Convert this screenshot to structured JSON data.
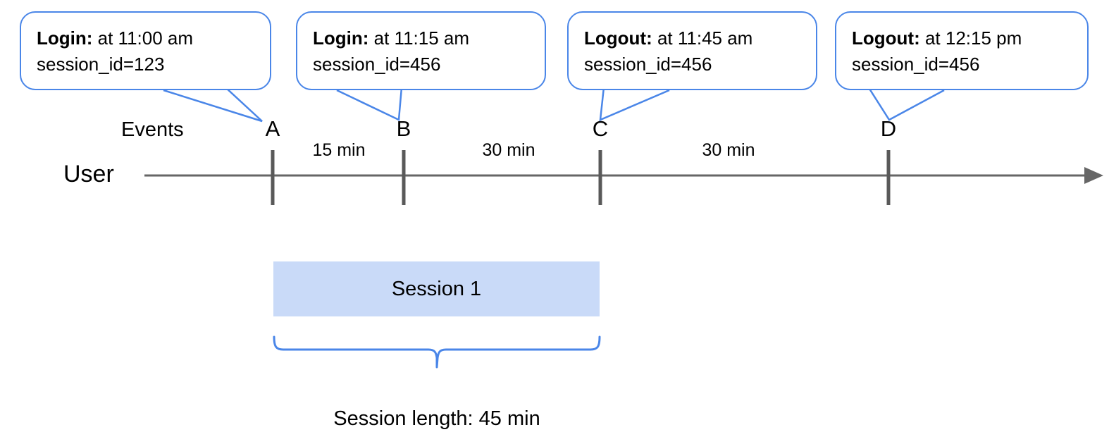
{
  "diagram": {
    "title_hidden": "",
    "colors": {
      "callout_border": "#4a86e8",
      "brace": "#4a86e8",
      "session_fill": "#c9daf8",
      "axis": "#666666",
      "tick": "#595959",
      "text": "#000000",
      "background": "#ffffff"
    },
    "row_labels": {
      "events": "Events",
      "user": "User"
    },
    "callouts": [
      {
        "id": "callout-a",
        "event": "Login:",
        "time_text": " at 11:00 am",
        "session_line": "session_id=123",
        "points_to": "A"
      },
      {
        "id": "callout-b",
        "event": "Login:",
        "time_text": " at 11:15 am",
        "session_line": "session_id=456",
        "points_to": "B"
      },
      {
        "id": "callout-c",
        "event": "Logout:",
        "time_text": " at 11:45 am",
        "session_line": "session_id=456",
        "points_to": "C"
      },
      {
        "id": "callout-d",
        "event": "Logout:",
        "time_text": " at 12:15 pm",
        "session_line": "session_id=456",
        "points_to": "D"
      }
    ],
    "events": [
      {
        "label": "A",
        "time": "11:00 am",
        "type": "Login",
        "session_id": "123"
      },
      {
        "label": "B",
        "time": "11:15 am",
        "type": "Login",
        "session_id": "456"
      },
      {
        "label": "C",
        "time": "11:45 am",
        "type": "Logout",
        "session_id": "456"
      },
      {
        "label": "D",
        "time": "12:15 pm",
        "type": "Logout",
        "session_id": "456"
      }
    ],
    "durations": [
      {
        "from": "A",
        "to": "B",
        "label": "15 min"
      },
      {
        "from": "B",
        "to": "C",
        "label": "30 min"
      },
      {
        "from": "C",
        "to": "D",
        "label": "30 min"
      }
    ],
    "session": {
      "bar_label": "Session 1",
      "length_caption": "Session length: 45 min"
    }
  }
}
